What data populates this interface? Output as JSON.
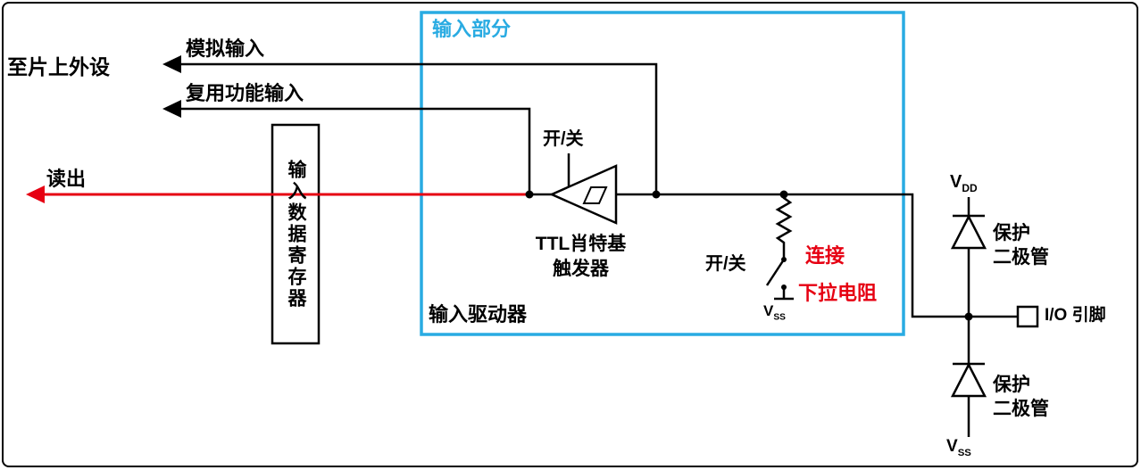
{
  "colors": {
    "wire": "#000000",
    "highlight_red": "#e60012",
    "box_blue": "#29abe2"
  },
  "diagram": {
    "to_peripherals": "至片上外设",
    "analog_input": "模拟输入",
    "alt_function_input": "复用功能输入",
    "read_out": "读出",
    "input_data_register": "输入数据寄存器",
    "input_section": "输入部分",
    "input_driver": "输入驱动器",
    "trigger_on_off": "开/关",
    "schmitt_trigger_line1": "TTL肖特基",
    "schmitt_trigger_line2": "触发器",
    "switch_on_off": "开/关",
    "connect": "连接",
    "pulldown_resistor": "下拉电阻",
    "protection_diode_line1": "保护",
    "protection_diode_line2": "二极管",
    "io_pin": "I/O 引脚",
    "vdd": {
      "base": "V",
      "sub": "DD"
    },
    "vss": {
      "base": "V",
      "sub": "SS"
    }
  }
}
